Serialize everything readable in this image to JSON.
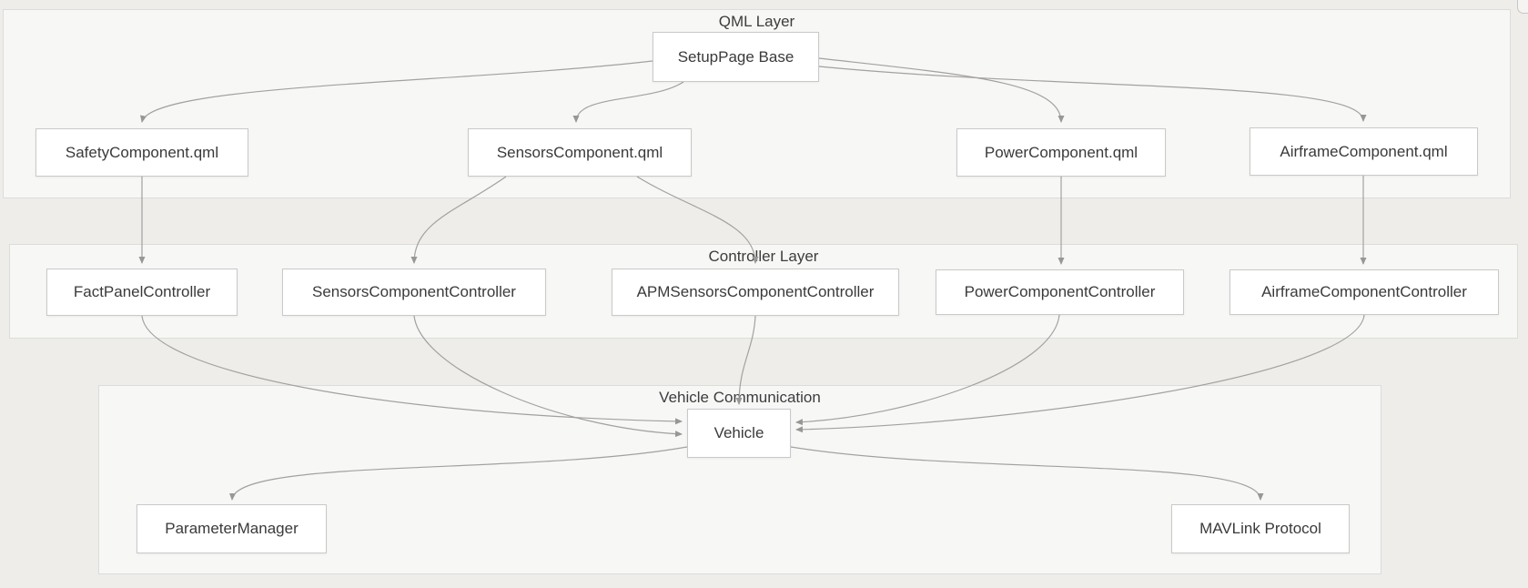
{
  "diagram": {
    "layers": {
      "qml": {
        "title": "QML Layer"
      },
      "controller": {
        "title": "Controller Layer"
      },
      "vehicle_comm": {
        "title": "Vehicle Communication"
      }
    },
    "nodes": {
      "setup_page": {
        "label": "SetupPage Base"
      },
      "safety_component": {
        "label": "SafetyComponent.qml"
      },
      "sensors_component": {
        "label": "SensorsComponent.qml"
      },
      "power_component": {
        "label": "PowerComponent.qml"
      },
      "airframe_component": {
        "label": "AirframeComponent.qml"
      },
      "fact_panel_controller": {
        "label": "FactPanelController"
      },
      "sensors_component_controller": {
        "label": "SensorsComponentController"
      },
      "apm_sensors_component_controller": {
        "label": "APMSensorsComponentController"
      },
      "power_component_controller": {
        "label": "PowerComponentController"
      },
      "airframe_component_controller": {
        "label": "AirframeComponentController"
      },
      "vehicle": {
        "label": "Vehicle"
      },
      "parameter_manager": {
        "label": "ParameterManager"
      },
      "mavlink_protocol": {
        "label": "MAVLink Protocol"
      }
    },
    "edges": [
      {
        "from": "SetupPage Base",
        "to": "SafetyComponent.qml"
      },
      {
        "from": "SetupPage Base",
        "to": "SensorsComponent.qml"
      },
      {
        "from": "SetupPage Base",
        "to": "PowerComponent.qml"
      },
      {
        "from": "SetupPage Base",
        "to": "AirframeComponent.qml"
      },
      {
        "from": "SafetyComponent.qml",
        "to": "FactPanelController"
      },
      {
        "from": "SensorsComponent.qml",
        "to": "SensorsComponentController"
      },
      {
        "from": "SensorsComponent.qml",
        "to": "APMSensorsComponentController"
      },
      {
        "from": "PowerComponent.qml",
        "to": "PowerComponentController"
      },
      {
        "from": "AirframeComponent.qml",
        "to": "AirframeComponentController"
      },
      {
        "from": "FactPanelController",
        "to": "Vehicle"
      },
      {
        "from": "SensorsComponentController",
        "to": "Vehicle"
      },
      {
        "from": "APMSensorsComponentController",
        "to": "Vehicle"
      },
      {
        "from": "PowerComponentController",
        "to": "Vehicle"
      },
      {
        "from": "AirframeComponentController",
        "to": "Vehicle"
      },
      {
        "from": "Vehicle",
        "to": "ParameterManager"
      },
      {
        "from": "Vehicle",
        "to": "MAVLink Protocol"
      }
    ],
    "colors": {
      "page_bg": "#eeedea",
      "layer_bg": "#f7f7f6",
      "layer_border": "#dcdcda",
      "node_bg": "#ffffff",
      "node_border": "#c9c9c7",
      "edge": "#a0a0a0",
      "text": "#3d3d3d"
    }
  }
}
